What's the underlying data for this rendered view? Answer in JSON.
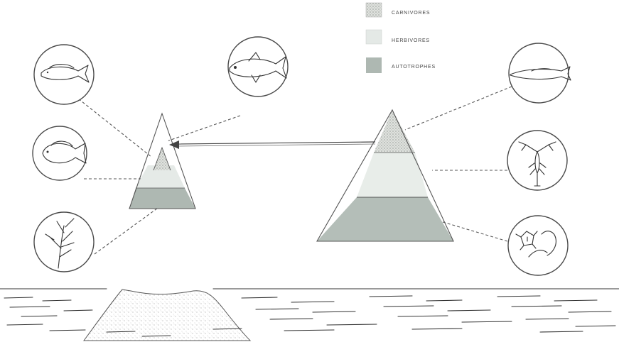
{
  "legend": {
    "items": [
      {
        "label": "CARNIVORES",
        "level": "carnivores",
        "color": "#d9dcd8"
      },
      {
        "label": "HERBIVORES",
        "level": "herbivores",
        "color": "#e4e9e6"
      },
      {
        "label": "AUTOTROPHES",
        "level": "autotrophes",
        "color": "#aeb8b2"
      }
    ]
  },
  "icons": [
    "fish-icon",
    "tuna-icon",
    "damselfish-icon",
    "seaweed-icon",
    "barracuda-icon",
    "zooplankton-icon",
    "phytoplankton-icon"
  ]
}
